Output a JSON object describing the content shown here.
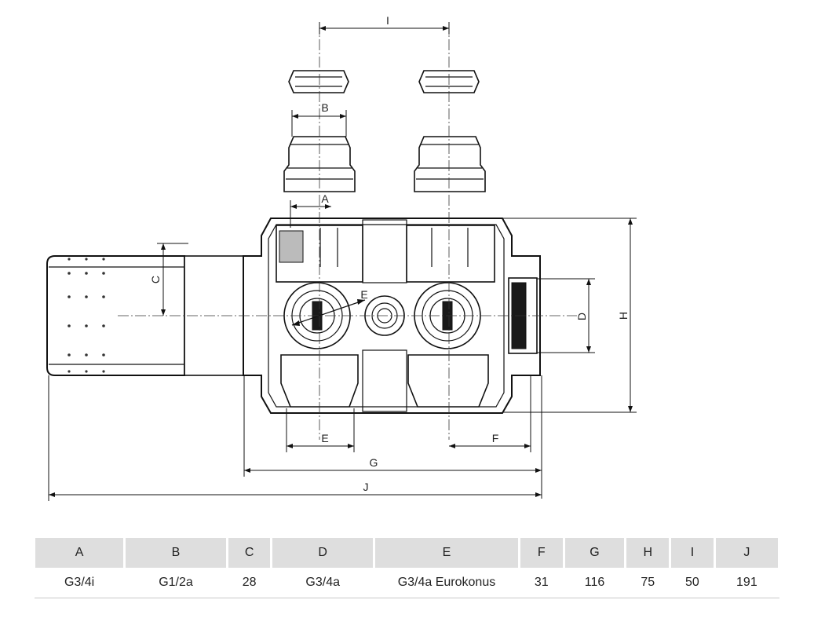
{
  "labels": {
    "A": "A",
    "B": "B",
    "C": "C",
    "D": "D",
    "E": "E",
    "F": "F",
    "G": "G",
    "H": "H",
    "I": "I",
    "J": "J"
  },
  "table": {
    "headers": [
      "A",
      "B",
      "C",
      "D",
      "E",
      "F",
      "G",
      "H",
      "I",
      "J"
    ],
    "values": [
      "G3/4i",
      "G1/2a",
      "28",
      "G3/4a",
      "G3/4a Eurokonus",
      "31",
      "116",
      "75",
      "50",
      "191"
    ]
  }
}
